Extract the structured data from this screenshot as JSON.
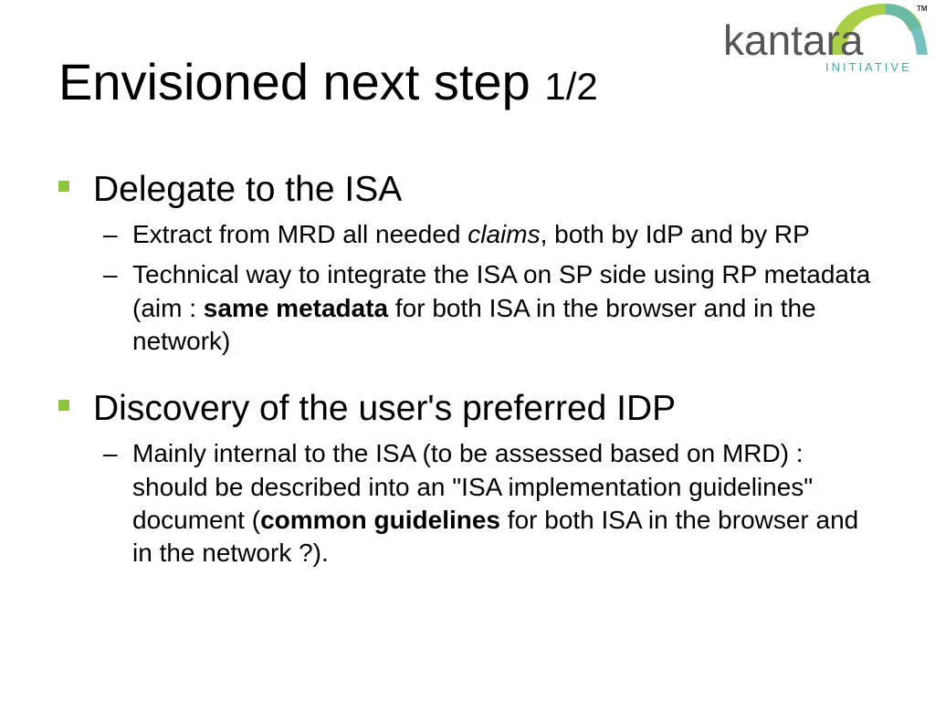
{
  "title": {
    "main": "Envisioned next step",
    "pager": "1/2"
  },
  "logo": {
    "word": "kantara",
    "tagline": "INITIATIVE",
    "trademark": "TM",
    "colors": {
      "arch_green": "#a8cf45",
      "arch_teal": "#5fb6b6",
      "text_gray": "#555555",
      "tagline_teal": "#4aa3a7"
    }
  },
  "bullet_color": "#8cc63e",
  "bullets": [
    {
      "text": "Delegate to the ISA",
      "subs": [
        {
          "parts": [
            {
              "t": "Extract from MRD all needed "
            },
            {
              "t": "claims",
              "style": "italic"
            },
            {
              "t": ", both by IdP and by RP"
            }
          ]
        },
        {
          "parts": [
            {
              "t": "Technical way to integrate the ISA on SP side using RP metadata (aim : "
            },
            {
              "t": "same metadata",
              "style": "bold"
            },
            {
              "t": " for both ISA in the browser and in the network)"
            }
          ]
        }
      ]
    },
    {
      "text": "Discovery of the user's preferred IDP",
      "subs": [
        {
          "parts": [
            {
              "t": "Mainly internal to the ISA (to be assessed based on MRD) : should be described into an \"ISA implementation guidelines\" document ("
            },
            {
              "t": "common guidelines",
              "style": "bold"
            },
            {
              "t": " for both ISA in the browser and in the network ?)."
            }
          ]
        }
      ]
    }
  ]
}
